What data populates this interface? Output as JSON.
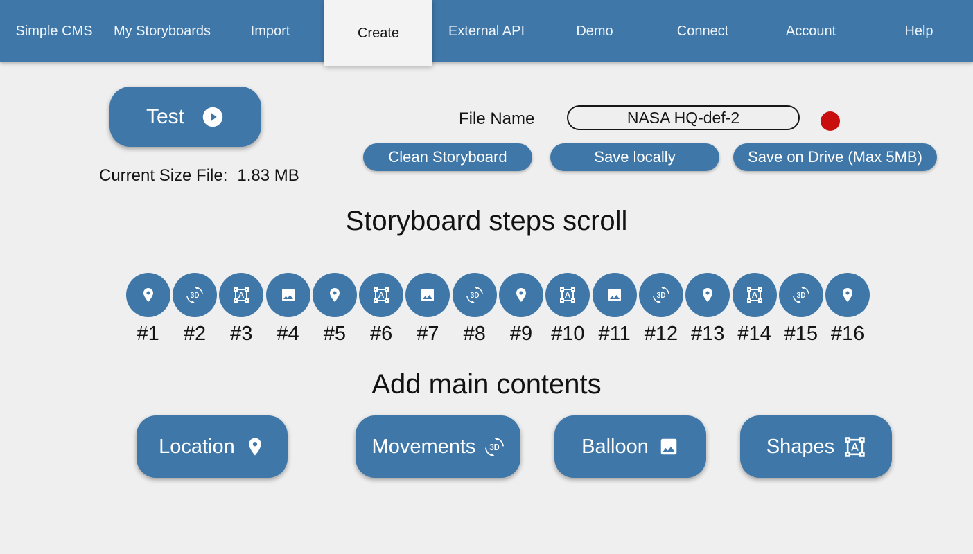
{
  "colors": {
    "accent_blue": "#3f77a8",
    "page_background": "#efefef",
    "active_tab_background": "#f3f3f3",
    "record_red": "#c90f0e",
    "text_dark": "#141414",
    "text_light": "#ffffff"
  },
  "nav": {
    "items": [
      {
        "label": "Simple CMS",
        "active": false
      },
      {
        "label": "My Storyboards",
        "active": false
      },
      {
        "label": "Import",
        "active": false
      },
      {
        "label": "Create",
        "active": true
      },
      {
        "label": "External API",
        "active": false
      },
      {
        "label": "Demo",
        "active": false
      },
      {
        "label": "Connect",
        "active": false
      },
      {
        "label": "Account",
        "active": false
      },
      {
        "label": "Help",
        "active": false
      }
    ]
  },
  "toolbar": {
    "test_label": "Test",
    "test_icon": "play-circle-icon",
    "current_size_label": "Current Size File:",
    "current_size_value": "1.83 MB",
    "file_name_label": "File Name",
    "file_name_value": "NASA HQ-def-2",
    "clean_button_label": "Clean Storyboard",
    "save_locally_label": "Save locally",
    "save_drive_label": "Save on Drive (Max 5MB)"
  },
  "steps": {
    "title": "Storyboard steps scroll",
    "items": [
      {
        "label": "#1",
        "icon": "place-icon"
      },
      {
        "label": "#2",
        "icon": "3d-rotation-icon"
      },
      {
        "label": "#3",
        "icon": "format-shapes-icon"
      },
      {
        "label": "#4",
        "icon": "image-icon"
      },
      {
        "label": "#5",
        "icon": "place-icon"
      },
      {
        "label": "#6",
        "icon": "format-shapes-icon"
      },
      {
        "label": "#7",
        "icon": "image-icon"
      },
      {
        "label": "#8",
        "icon": "3d-rotation-icon"
      },
      {
        "label": "#9",
        "icon": "place-icon"
      },
      {
        "label": "#10",
        "icon": "format-shapes-icon"
      },
      {
        "label": "#11",
        "icon": "image-icon"
      },
      {
        "label": "#12",
        "icon": "3d-rotation-icon"
      },
      {
        "label": "#13",
        "icon": "place-icon"
      },
      {
        "label": "#14",
        "icon": "format-shapes-icon"
      },
      {
        "label": "#15",
        "icon": "3d-rotation-icon"
      },
      {
        "label": "#16",
        "icon": "place-icon"
      }
    ]
  },
  "contents": {
    "title": "Add main contents",
    "buttons": [
      {
        "label": "Location",
        "icon": "place-icon"
      },
      {
        "label": "Movements",
        "icon": "3d-rotation-icon"
      },
      {
        "label": "Balloon",
        "icon": "image-icon"
      },
      {
        "label": "Shapes",
        "icon": "format-shapes-icon"
      }
    ]
  }
}
